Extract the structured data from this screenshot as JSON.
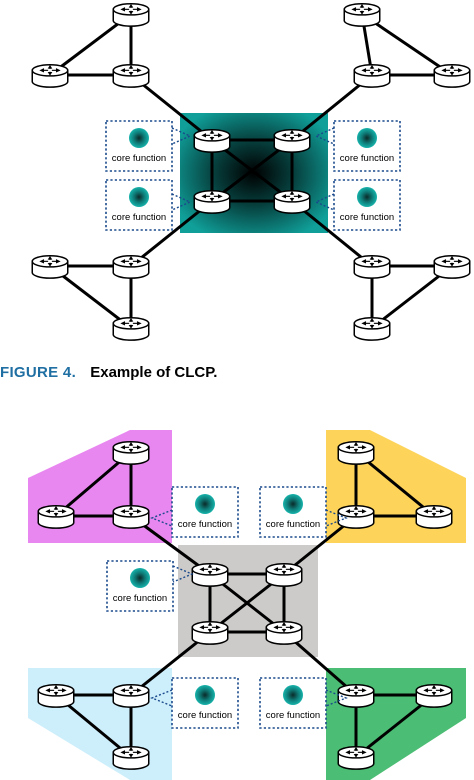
{
  "figure": {
    "caption_number": "FIGURE 4.",
    "caption_text": "Example of CLCP."
  },
  "diagram_top": {
    "core_labels": [
      "core function",
      "core function",
      "core function",
      "core function"
    ]
  },
  "diagram_bottom": {
    "core_labels": [
      "core function",
      "core function",
      "core function",
      "core function",
      "core function"
    ],
    "region_colors": {
      "top_left": "#e887f0",
      "top_right": "#fdd35a",
      "center": "#cdcbc9",
      "bottom_left": "#cdeefb",
      "bottom_right": "#4cbd74"
    }
  },
  "colors": {
    "teal_core": "#0f9c96",
    "caption_blue": "#1f6fa3",
    "dotted_border": "#1a4a8c"
  },
  "icons": {
    "router": "router-icon",
    "core_function": "core-function-icon"
  }
}
